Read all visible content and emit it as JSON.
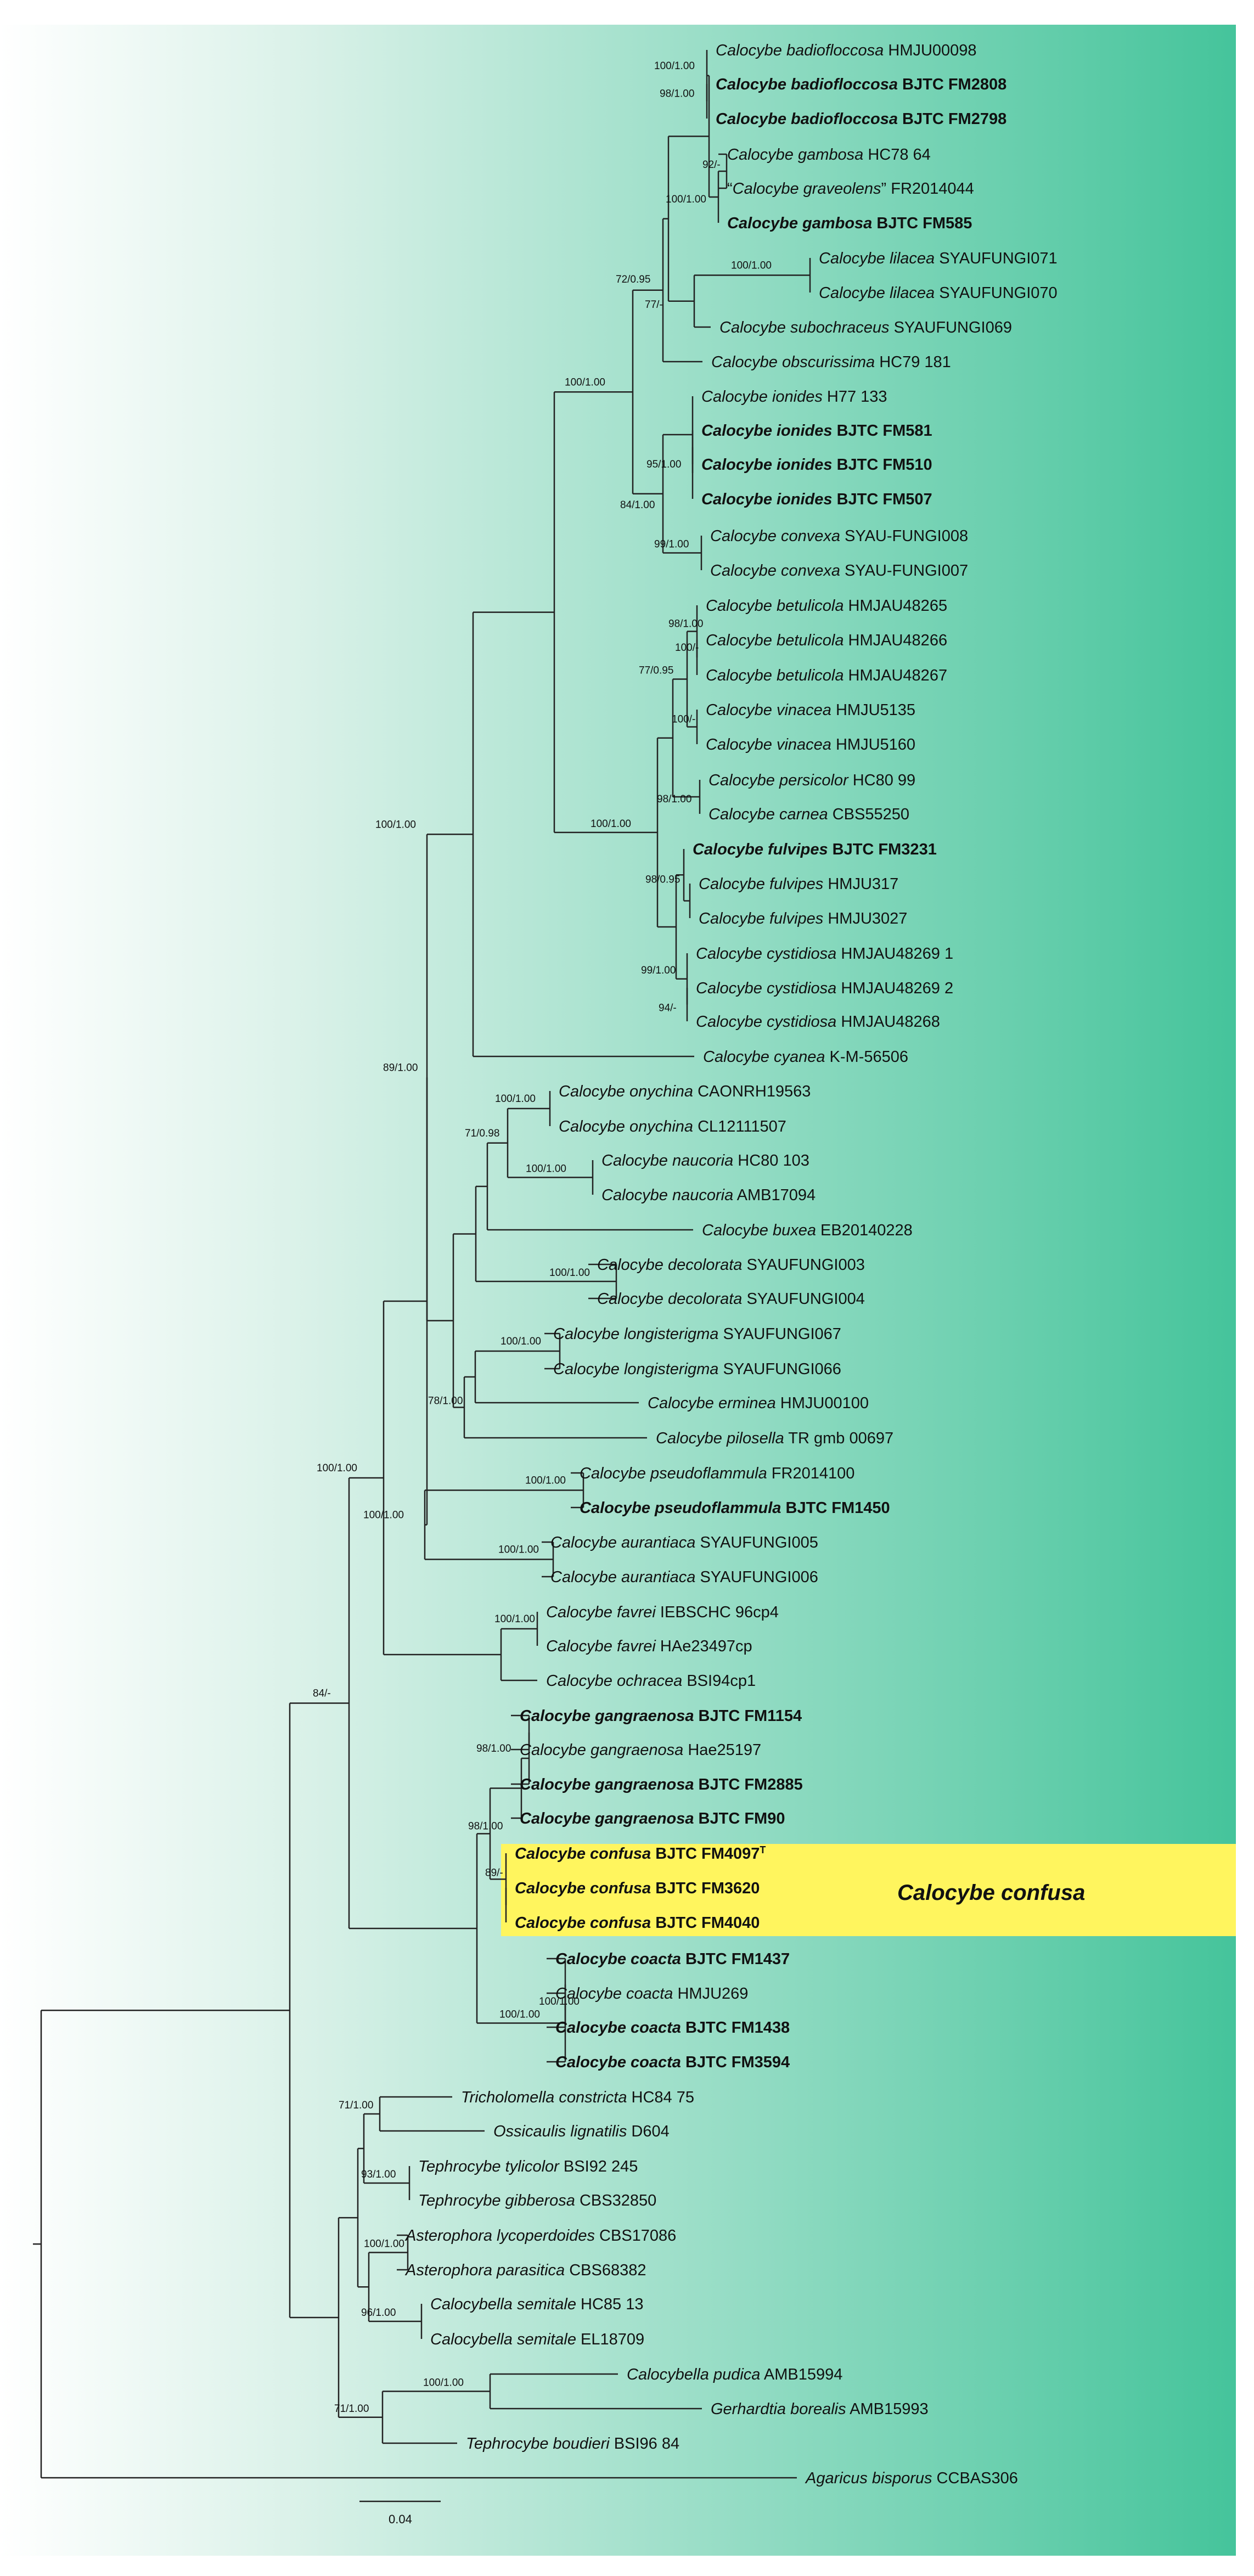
{
  "colors": {
    "gradient_start": "#ffffff",
    "gradient_end": "#45c49b",
    "highlight": "#fff55e"
  },
  "highlight_label": "Calocybe confusa",
  "scale_label": "0.04",
  "taxa": [
    {
      "id": "t1",
      "genus": "Calocybe",
      "ep": "badiofloccosa",
      "code": "HMJU00098",
      "bold": false
    },
    {
      "id": "t2",
      "genus": "Calocybe",
      "ep": "badiofloccosa",
      "code": "BJTC FM2808",
      "bold": true
    },
    {
      "id": "t3",
      "genus": "Calocybe",
      "ep": "badiofloccosa",
      "code": "BJTC FM2798",
      "bold": true
    },
    {
      "id": "t4",
      "genus": "Calocybe",
      "ep": "gambosa",
      "code": "HC78 64",
      "bold": false
    },
    {
      "id": "t5",
      "genus": "Calocybe",
      "ep": "graveolens",
      "code": "FR2014044",
      "bold": false,
      "pre": "“",
      "post": "”"
    },
    {
      "id": "t6",
      "genus": "Calocybe",
      "ep": "gambosa",
      "code": "BJTC FM585",
      "bold": true
    },
    {
      "id": "t7",
      "genus": "Calocybe",
      "ep": "lilacea",
      "code": "SYAUFUNGI071",
      "bold": false
    },
    {
      "id": "t8",
      "genus": "Calocybe",
      "ep": "lilacea",
      "code": "SYAUFUNGI070",
      "bold": false
    },
    {
      "id": "t9",
      "genus": "Calocybe",
      "ep": "subochraceus",
      "code": "SYAUFUNGI069",
      "bold": false
    },
    {
      "id": "t10",
      "genus": "Calocybe",
      "ep": "obscurissima",
      "code": "HC79 181",
      "bold": false
    },
    {
      "id": "t11",
      "genus": "Calocybe",
      "ep": "ionides",
      "code": "H77 133",
      "bold": false
    },
    {
      "id": "t12",
      "genus": "Calocybe",
      "ep": "ionides",
      "code": "BJTC FM581",
      "bold": true
    },
    {
      "id": "t13",
      "genus": "Calocybe",
      "ep": "ionides",
      "code": "BJTC FM510",
      "bold": true
    },
    {
      "id": "t14",
      "genus": "Calocybe",
      "ep": "ionides",
      "code": "BJTC FM507",
      "bold": true
    },
    {
      "id": "t15",
      "genus": "Calocybe",
      "ep": "convexa",
      "code": "SYAU-FUNGI008",
      "bold": false
    },
    {
      "id": "t16",
      "genus": "Calocybe",
      "ep": "convexa",
      "code": "SYAU-FUNGI007",
      "bold": false
    },
    {
      "id": "t17",
      "genus": "Calocybe",
      "ep": "betulicola",
      "code": "HMJAU48265",
      "bold": false
    },
    {
      "id": "t18",
      "genus": "Calocybe",
      "ep": "betulicola",
      "code": "HMJAU48266",
      "bold": false
    },
    {
      "id": "t19",
      "genus": "Calocybe",
      "ep": "betulicola",
      "code": "HMJAU48267",
      "bold": false
    },
    {
      "id": "t20",
      "genus": "Calocybe",
      "ep": "vinacea",
      "code": "HMJU5135",
      "bold": false
    },
    {
      "id": "t21",
      "genus": "Calocybe",
      "ep": "vinacea",
      "code": "HMJU5160",
      "bold": false
    },
    {
      "id": "t22",
      "genus": "Calocybe",
      "ep": "persicolor",
      "code": "HC80 99",
      "bold": false
    },
    {
      "id": "t23",
      "genus": "Calocybe",
      "ep": "carnea",
      "code": "CBS55250",
      "bold": false
    },
    {
      "id": "t24",
      "genus": "Calocybe",
      "ep": "fulvipes",
      "code": "BJTC FM3231",
      "bold": true
    },
    {
      "id": "t25",
      "genus": "Calocybe",
      "ep": "fulvipes",
      "code": "HMJU317",
      "bold": false
    },
    {
      "id": "t26",
      "genus": "Calocybe",
      "ep": "fulvipes",
      "code": "HMJU3027",
      "bold": false
    },
    {
      "id": "t27",
      "genus": "Calocybe",
      "ep": "cystidiosa",
      "code": "HMJAU48269 1",
      "bold": false
    },
    {
      "id": "t28",
      "genus": "Calocybe",
      "ep": "cystidiosa",
      "code": "HMJAU48269 2",
      "bold": false
    },
    {
      "id": "t29",
      "genus": "Calocybe",
      "ep": "cystidiosa",
      "code": "HMJAU48268",
      "bold": false
    },
    {
      "id": "t30",
      "genus": "Calocybe",
      "ep": "cyanea",
      "code": "K-M-56506",
      "bold": false
    },
    {
      "id": "t31",
      "genus": "Calocybe",
      "ep": "onychina",
      "code": "CAONRH19563",
      "bold": false
    },
    {
      "id": "t32",
      "genus": "Calocybe",
      "ep": "onychina",
      "code": "CL12111507",
      "bold": false
    },
    {
      "id": "t33",
      "genus": "Calocybe",
      "ep": "naucoria",
      "code": "HC80 103",
      "bold": false
    },
    {
      "id": "t34",
      "genus": "Calocybe",
      "ep": "naucoria",
      "code": "AMB17094",
      "bold": false
    },
    {
      "id": "t35",
      "genus": "Calocybe",
      "ep": "buxea",
      "code": "EB20140228",
      "bold": false
    },
    {
      "id": "t36",
      "genus": "Calocybe",
      "ep": "decolorata",
      "code": "SYAUFUNGI003",
      "bold": false
    },
    {
      "id": "t37",
      "genus": "Calocybe",
      "ep": "decolorata",
      "code": "SYAUFUNGI004",
      "bold": false
    },
    {
      "id": "t38",
      "genus": "Calocybe",
      "ep": "longisterigma",
      "code": "SYAUFUNGI067",
      "bold": false
    },
    {
      "id": "t39",
      "genus": "Calocybe",
      "ep": "longisterigma",
      "code": "SYAUFUNGI066",
      "bold": false
    },
    {
      "id": "t40",
      "genus": "Calocybe",
      "ep": "erminea",
      "code": "HMJU00100",
      "bold": false
    },
    {
      "id": "t41",
      "genus": "Calocybe",
      "ep": "pilosella",
      "code": "TR gmb 00697",
      "bold": false
    },
    {
      "id": "t42",
      "genus": "Calocybe",
      "ep": "pseudoflammula",
      "code": "FR2014100",
      "bold": false
    },
    {
      "id": "t43",
      "genus": "Calocybe",
      "ep": "pseudoflammula",
      "code": "BJTC FM1450",
      "bold": true
    },
    {
      "id": "t44",
      "genus": "Calocybe",
      "ep": "aurantiaca",
      "code": "SYAUFUNGI005",
      "bold": false
    },
    {
      "id": "t45",
      "genus": "Calocybe",
      "ep": "aurantiaca",
      "code": "SYAUFUNGI006",
      "bold": false
    },
    {
      "id": "t46",
      "genus": "Calocybe",
      "ep": "favrei",
      "code": "IEBSCHC 96cp4",
      "bold": false
    },
    {
      "id": "t47",
      "genus": "Calocybe",
      "ep": "favrei",
      "code": "HAe23497cp",
      "bold": false
    },
    {
      "id": "t48",
      "genus": "Calocybe",
      "ep": "ochracea",
      "code": "BSI94cp1",
      "bold": false
    },
    {
      "id": "t49",
      "genus": "Calocybe",
      "ep": "gangraenosa",
      "code": "BJTC FM1154",
      "bold": true
    },
    {
      "id": "t50",
      "genus": "Calocybe",
      "ep": "gangraenosa",
      "code": "Hae25197",
      "bold": false
    },
    {
      "id": "t51",
      "genus": "Calocybe",
      "ep": "gangraenosa",
      "code": "BJTC FM2885",
      "bold": true
    },
    {
      "id": "t52",
      "genus": "Calocybe",
      "ep": "gangraenosa",
      "code": "BJTC FM90",
      "bold": true
    },
    {
      "id": "t53",
      "genus": "Calocybe",
      "ep": "confusa",
      "code": "BJTC FM4097",
      "bold": true,
      "post": "T"
    },
    {
      "id": "t54",
      "genus": "Calocybe",
      "ep": "confusa",
      "code": " BJTC FM3620",
      "bold": true
    },
    {
      "id": "t55",
      "genus": "Calocybe",
      "ep": "confusa",
      "code": " BJTC FM4040",
      "bold": true
    },
    {
      "id": "t56",
      "genus": "Calocybe",
      "ep": "coacta",
      "code": "BJTC FM1437",
      "bold": true
    },
    {
      "id": "t57",
      "genus": "Calocybe",
      "ep": "coacta",
      "code": "HMJU269",
      "bold": false
    },
    {
      "id": "t58",
      "genus": "Calocybe",
      "ep": "coacta",
      "code": "BJTC FM1438",
      "bold": true
    },
    {
      "id": "t59",
      "genus": "Calocybe",
      "ep": "coacta",
      "code": "BJTC FM3594",
      "bold": true
    },
    {
      "id": "t60",
      "genus": "Tricholomella",
      "ep": "constricta",
      "code": "HC84 75",
      "bold": false
    },
    {
      "id": "t61",
      "genus": "Ossicaulis",
      "ep": "lignatilis",
      "code": "D604",
      "bold": false
    },
    {
      "id": "t62",
      "genus": "Tephrocybe",
      "ep": "tylicolor",
      "code": "BSI92 245",
      "bold": false
    },
    {
      "id": "t63",
      "genus": "Tephrocybe",
      "ep": "gibberosa",
      "code": "CBS32850",
      "bold": false
    },
    {
      "id": "t64",
      "genus": "Asterophora",
      "ep": "lycoperdoides",
      "code": "CBS17086",
      "bold": false
    },
    {
      "id": "t65",
      "genus": "Asterophora",
      "ep": "parasitica",
      "code": "CBS68382",
      "bold": false
    },
    {
      "id": "t66",
      "genus": "Calocybella",
      "ep": "semitale",
      "code": "HC85 13",
      "bold": false
    },
    {
      "id": "t67",
      "genus": "Calocybella",
      "ep": "semitale",
      "code": "EL18709",
      "bold": false
    },
    {
      "id": "t68",
      "genus": "Calocybella",
      "ep": "pudica",
      "code": "AMB15994",
      "bold": false
    },
    {
      "id": "t69",
      "genus": "Gerhardtia",
      "ep": "borealis",
      "code": "AMB15993",
      "bold": false
    },
    {
      "id": "t70",
      "genus": "Tephrocybe",
      "ep": "boudieri",
      "code": "BSI96 84",
      "bold": false
    },
    {
      "id": "t71",
      "genus": "Agaricus",
      "ep": "bisporus",
      "code": "CCBAS306",
      "bold": false
    }
  ],
  "supports": [
    {
      "id": "s1",
      "text": "98/1.00"
    },
    {
      "id": "s2",
      "text": "92/-"
    },
    {
      "id": "s3",
      "text": "100/1.00"
    },
    {
      "id": "s4",
      "text": "100/1.00"
    },
    {
      "id": "s5",
      "text": "100/1.00"
    },
    {
      "id": "s6",
      "text": "77/-"
    },
    {
      "id": "s7",
      "text": "72/0.95"
    },
    {
      "id": "s8",
      "text": "95/1.00"
    },
    {
      "id": "s9",
      "text": "99/1.00"
    },
    {
      "id": "s10",
      "text": "84/1.00"
    },
    {
      "id": "s11",
      "text": "100/1.00"
    },
    {
      "id": "s12",
      "text": "100/-"
    },
    {
      "id": "s13",
      "text": "98/1.00"
    },
    {
      "id": "s14",
      "text": "100/-"
    },
    {
      "id": "s15",
      "text": "77/0.95"
    },
    {
      "id": "s16",
      "text": "98/1.00"
    },
    {
      "id": "s17",
      "text": "98/0.95"
    },
    {
      "id": "s18",
      "text": "99/1.00"
    },
    {
      "id": "s19",
      "text": "94/-"
    },
    {
      "id": "s20",
      "text": "100/1.00"
    },
    {
      "id": "s21",
      "text": "100/1.00"
    },
    {
      "id": "s22",
      "text": "100/1.00"
    },
    {
      "id": "s23",
      "text": "71/0.98"
    },
    {
      "id": "s24",
      "text": "100/1.00"
    },
    {
      "id": "s25",
      "text": "100/1.00"
    },
    {
      "id": "s26",
      "text": "78/1.00"
    },
    {
      "id": "s27",
      "text": "100/1.00"
    },
    {
      "id": "s28",
      "text": "100/1.00"
    },
    {
      "id": "s29",
      "text": "100/1.00"
    },
    {
      "id": "s30",
      "text": "89/1.00"
    },
    {
      "id": "s31",
      "text": "100/1.00"
    },
    {
      "id": "s32",
      "text": "100/1.00"
    },
    {
      "id": "s33",
      "text": "100/1.00"
    },
    {
      "id": "s34",
      "text": "98/1.00"
    },
    {
      "id": "s35",
      "text": "98/1.00"
    },
    {
      "id": "s36",
      "text": "89/-"
    },
    {
      "id": "s37",
      "text": "100/1.00"
    },
    {
      "id": "s38",
      "text": "100/1.00"
    },
    {
      "id": "s39",
      "text": "84/-"
    },
    {
      "id": "s40",
      "text": "71/1.00"
    },
    {
      "id": "s41",
      "text": "93/1.00"
    },
    {
      "id": "s42",
      "text": "100/1.00"
    },
    {
      "id": "s43",
      "text": "96/1.00"
    },
    {
      "id": "s44",
      "text": "100/1.00"
    },
    {
      "id": "s45",
      "text": "71/1.00"
    }
  ]
}
